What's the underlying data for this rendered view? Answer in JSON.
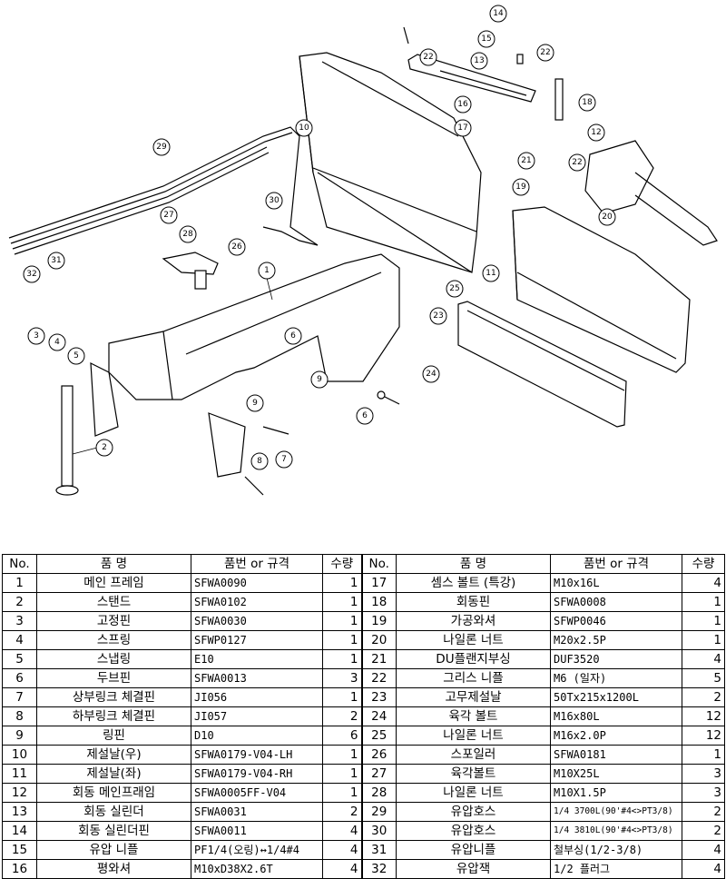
{
  "table": {
    "headers": {
      "no": "No.",
      "name": "품    명",
      "code": "품번 or 규격",
      "qty": "수량"
    },
    "rows": [
      {
        "left": {
          "no": "1",
          "name": "메인 프레임",
          "code": "SFWA0090",
          "qty": "1"
        },
        "right": {
          "no": "17",
          "name": "셈스 볼트 (특강)",
          "code": "M10x16L",
          "qty": "4"
        }
      },
      {
        "left": {
          "no": "2",
          "name": "스탠드",
          "code": "SFWA0102",
          "qty": "1"
        },
        "right": {
          "no": "18",
          "name": "회동핀",
          "code": "SFWA0008",
          "qty": "1"
        }
      },
      {
        "left": {
          "no": "3",
          "name": "고정핀",
          "code": "SFWA0030",
          "qty": "1"
        },
        "right": {
          "no": "19",
          "name": "가공와셔",
          "code": "SFWP0046",
          "qty": "1"
        }
      },
      {
        "left": {
          "no": "4",
          "name": "스프링",
          "code": "SFWP0127",
          "qty": "1"
        },
        "right": {
          "no": "20",
          "name": "나일론 너트",
          "code": "M20x2.5P",
          "qty": "1"
        }
      },
      {
        "left": {
          "no": "5",
          "name": "스냅링",
          "code": "E10",
          "qty": "1"
        },
        "right": {
          "no": "21",
          "name": "DU플랜지부싱",
          "code": "DUF3520",
          "qty": "4"
        }
      },
      {
        "left": {
          "no": "6",
          "name": "두브핀",
          "code": "SFWA0013",
          "qty": "3"
        },
        "right": {
          "no": "22",
          "name": "그리스 니플",
          "code": "M6 (일자)",
          "qty": "5"
        }
      },
      {
        "left": {
          "no": "7",
          "name": "상부링크 체결핀",
          "code": "JI056",
          "qty": "1"
        },
        "right": {
          "no": "23",
          "name": "고무제설날",
          "code": "50Tx215x1200L",
          "qty": "2"
        }
      },
      {
        "left": {
          "no": "8",
          "name": "하부링크 체결핀",
          "code": "JI057",
          "qty": "2"
        },
        "right": {
          "no": "24",
          "name": "육각 볼트",
          "code": "M16x80L",
          "qty": "12"
        }
      },
      {
        "left": {
          "no": "9",
          "name": "링핀",
          "code": "D10",
          "qty": "6"
        },
        "right": {
          "no": "25",
          "name": "나일론 너트",
          "code": "M16x2.0P",
          "qty": "12"
        }
      },
      {
        "left": {
          "no": "10",
          "name": "제설날(우)",
          "code": "SFWA0179-V04-LH",
          "qty": "1"
        },
        "right": {
          "no": "26",
          "name": "스포일러",
          "code": "SFWA0181",
          "qty": "1"
        }
      },
      {
        "left": {
          "no": "11",
          "name": "제설날(좌)",
          "code": "SFWA0179-V04-RH",
          "qty": "1"
        },
        "right": {
          "no": "27",
          "name": "육각볼트",
          "code": "M10X25L",
          "qty": "3"
        }
      },
      {
        "left": {
          "no": "12",
          "name": "회동 메인프래임",
          "code": "SFWA0005FF-V04",
          "qty": "1"
        },
        "right": {
          "no": "28",
          "name": "나일론 너트",
          "code": "M10X1.5P",
          "qty": "3"
        }
      },
      {
        "left": {
          "no": "13",
          "name": "회동 실린더",
          "code": "SFWA0031",
          "qty": "2"
        },
        "right": {
          "no": "29",
          "name": "유압호스",
          "code": "1/4 3700L(90'#4<>PT3/8)",
          "qty": "2"
        }
      },
      {
        "left": {
          "no": "14",
          "name": "회동 실린더핀",
          "code": "SFWA0011",
          "qty": "4"
        },
        "right": {
          "no": "30",
          "name": "유압호스",
          "code": "1/4 3810L(90'#4<>PT3/8)",
          "qty": "2"
        }
      },
      {
        "left": {
          "no": "15",
          "name": "유압 니플",
          "code": "PF1/4(오링)↔1/4#4",
          "qty": "4"
        },
        "right": {
          "no": "31",
          "name": "유압니플",
          "code": "철부싱(1/2-3/8)",
          "qty": "4"
        }
      },
      {
        "left": {
          "no": "16",
          "name": "평와셔",
          "code": "M10xD38X2.6T",
          "qty": "4"
        },
        "right": {
          "no": "32",
          "name": "유압잭",
          "code": "1/2 플러그",
          "qty": "4"
        }
      }
    ]
  },
  "diagram": {
    "callouts": [
      "1",
      "2",
      "3",
      "4",
      "5",
      "6",
      "6",
      "7",
      "8",
      "9",
      "9",
      "10",
      "11",
      "12",
      "13",
      "14",
      "15",
      "16",
      "17",
      "18",
      "19",
      "20",
      "21",
      "22",
      "22",
      "22",
      "23",
      "24",
      "25",
      "26",
      "27",
      "28",
      "29",
      "30",
      "31",
      "32"
    ]
  }
}
